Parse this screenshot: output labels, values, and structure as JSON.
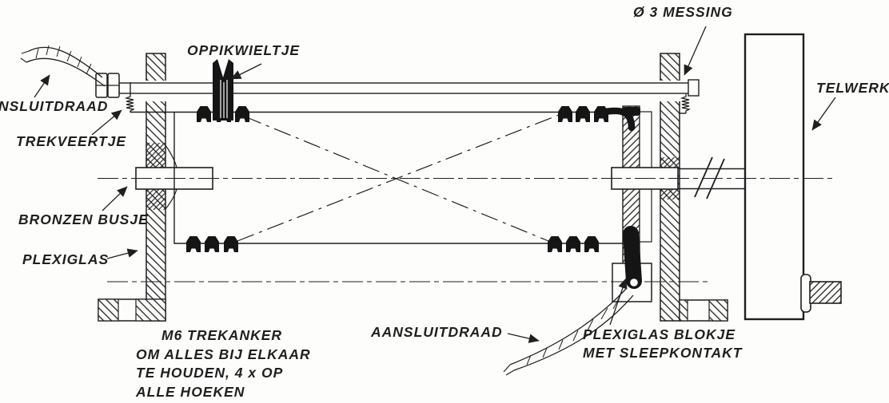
{
  "diagram": {
    "labels": {
      "messing": "Ø 3 MESSING",
      "telwerk": "TELWERK",
      "oppikwieltje": "OPPIKWIELTJE",
      "aansluitdraad_top": "NSLUITDRAAD",
      "trekveertje": "TREKVEERTJE",
      "bronzen_busje": "BRONZEN BUSJE",
      "plexiglas": "PLEXIGLAS",
      "m6_note": {
        "line1": "M6 TREKANKER",
        "line2": "OM ALLES BIJ ELKAAR",
        "line3": "TE HOUDEN, 4 x OP",
        "line4": "ALLE HOEKEN"
      },
      "aansluitdraad_bottom": "AANSLUITDRAAD",
      "blokje": {
        "line1": "PLEXIGLAS BLOKJE",
        "line2": "MET SLEEPKONTAKT"
      }
    },
    "colors": {
      "ink": "#1f1f1f",
      "background": "#fdfdfc"
    }
  }
}
